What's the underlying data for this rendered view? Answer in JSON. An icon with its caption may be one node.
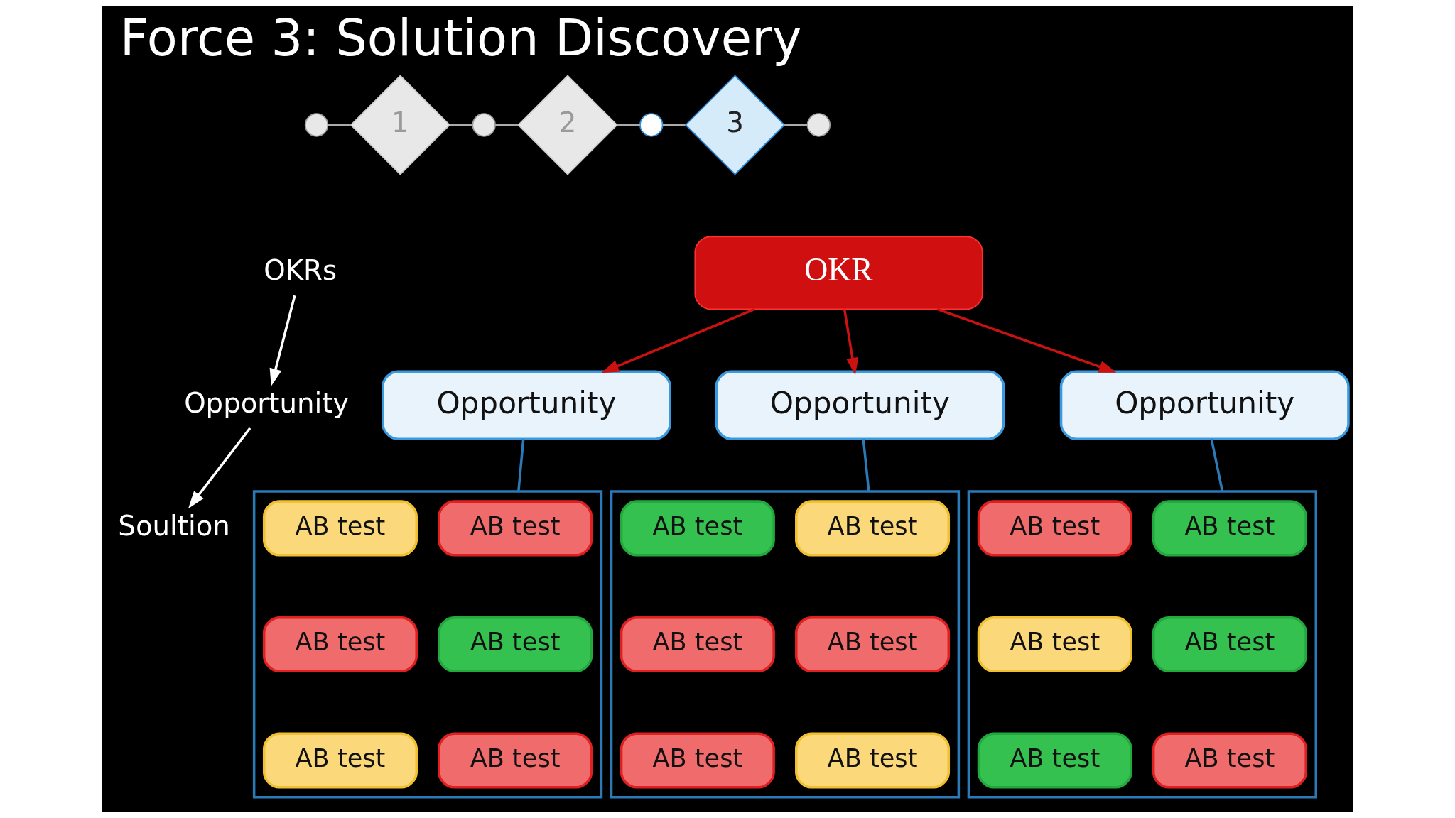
{
  "diagram": {
    "title": "Force 3: Solution Discovery",
    "nodes": [
      {
        "text": [],
        "shape": "circle"
      },
      {
        "text": [
          "1"
        ]
      },
      {
        "text": [],
        "shape": "circle"
      },
      {
        "text": [
          "2"
        ]
      },
      {
        "text": [],
        "shape": "circle"
      },
      {
        "text": [
          "3"
        ]
      },
      {
        "text": [],
        "shape": "circle"
      },
      {
        "text": [
          "OKRs"
        ]
      },
      {
        "text": [
          "Opportunity"
        ]
      },
      {
        "text": [
          "Soultion"
        ]
      },
      {
        "text": [
          "OKR"
        ]
      },
      {
        "text": [
          "Opportunity"
        ]
      },
      {
        "text": [
          "Opportunity"
        ]
      },
      {
        "text": [
          "Opportunity"
        ]
      },
      {
        "text": [],
        "shape": "box"
      },
      {
        "text": [
          "AB test"
        ],
        "in": 14
      },
      {
        "text": [
          "AB test"
        ],
        "in": 14
      },
      {
        "text": [
          "AB test"
        ],
        "in": 14
      },
      {
        "text": [
          "AB test"
        ],
        "in": 14
      },
      {
        "text": [
          "AB test"
        ],
        "in": 14
      },
      {
        "text": [
          "AB test"
        ],
        "in": 14
      },
      {
        "text": [],
        "shape": "box"
      },
      {
        "text": [
          "AB test"
        ],
        "in": 21
      },
      {
        "text": [
          "AB test"
        ],
        "in": 21
      },
      {
        "text": [
          "AB test"
        ],
        "in": 21
      },
      {
        "text": [
          "AB test"
        ],
        "in": 21
      },
      {
        "text": [
          "AB test"
        ],
        "in": 21
      },
      {
        "text": [
          "AB test"
        ],
        "in": 21
      },
      {
        "text": [],
        "shape": "box"
      },
      {
        "text": [
          "AB test"
        ],
        "in": 28
      },
      {
        "text": [
          "AB test"
        ],
        "in": 28
      },
      {
        "text": [
          "AB test"
        ],
        "in": 28
      },
      {
        "text": [
          "AB test"
        ],
        "in": 28
      },
      {
        "text": [
          "AB test"
        ],
        "in": 28
      },
      {
        "text": [
          "AB test"
        ],
        "in": 28
      }
    ],
    "edges": [
      {
        "from": 0,
        "to": 1,
        "arrow": "none"
      },
      {
        "from": 1,
        "to": 2,
        "arrow": "none"
      },
      {
        "from": 2,
        "to": 3,
        "arrow": "none"
      },
      {
        "from": 3,
        "to": 4,
        "arrow": "none"
      },
      {
        "from": 4,
        "to": 5,
        "arrow": "none"
      },
      {
        "from": 5,
        "to": 6,
        "arrow": "none"
      },
      {
        "from": 7,
        "to": 8,
        "arrow": "to",
        "color": "#ffffff"
      },
      {
        "from": 8,
        "to": 9,
        "arrow": "to",
        "color": "#ffffff"
      },
      {
        "from": 10,
        "to": 11,
        "arrow": "to",
        "color": "#cc1111"
      },
      {
        "from": 10,
        "to": 12,
        "arrow": "to",
        "color": "#cc1111"
      },
      {
        "from": 10,
        "to": 13,
        "arrow": "to",
        "color": "#cc1111"
      },
      {
        "from": 11,
        "to": 14,
        "arrow": "none",
        "color": "#2a7ab8"
      },
      {
        "from": 12,
        "to": 21,
        "arrow": "none",
        "color": "#2a7ab8"
      },
      {
        "from": 13,
        "to": 28,
        "arrow": "none",
        "color": "#2a7ab8"
      }
    ]
  }
}
